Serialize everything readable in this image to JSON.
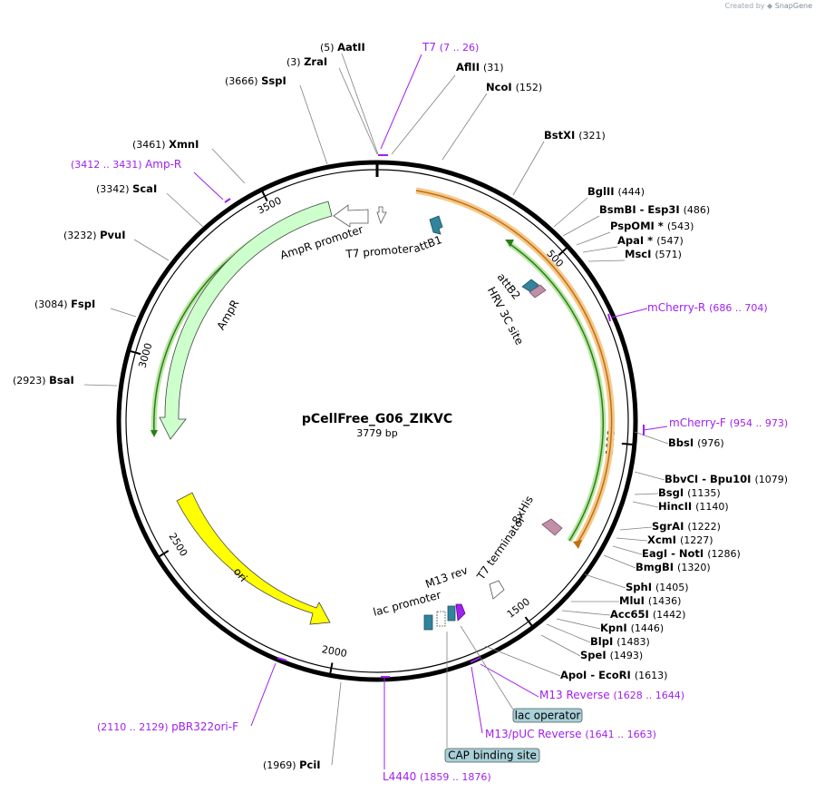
{
  "credit": {
    "prefix": "Created by",
    "brand": "SnapGene"
  },
  "plasmid": {
    "name": "pCellFree_G06_ZIKVC",
    "size_label": "3779 bp",
    "length": 3779
  },
  "colors": {
    "enzyme_text": "#000000",
    "leader": "#808080",
    "primer": "#a020f0",
    "ampr": "#ccffcc",
    "ampr_band": "#33aa33",
    "ori": "#ffff00",
    "orf_band": "#f0a020",
    "teal": "#31849b",
    "mauve": "#c090a8",
    "site_box": "#a8d0d8"
  },
  "ticks": [
    "500",
    "1000",
    "1500",
    "2000",
    "2500",
    "3000",
    "3500"
  ],
  "enzymes": [
    {
      "name": "AatII",
      "pos": "(5)"
    },
    {
      "name": "ZraI",
      "pos": "(3)"
    },
    {
      "name": "SspI",
      "pos": "(3666)"
    },
    {
      "name": "AflII",
      "pos": "(31)"
    },
    {
      "name": "NcoI",
      "pos": "(152)"
    },
    {
      "name": "BstXI",
      "pos": "(321)"
    },
    {
      "name": "XmnI",
      "pos": "(3461)"
    },
    {
      "name": "ScaI",
      "pos": "(3342)"
    },
    {
      "name": "BglII",
      "pos": "(444)"
    },
    {
      "name": "BsmBI - Esp3I",
      "pos": "(486)"
    },
    {
      "name": "PspOMI *",
      "pos": "(543)"
    },
    {
      "name": "ApaI *",
      "pos": "(547)"
    },
    {
      "name": "MscI",
      "pos": "(571)"
    },
    {
      "name": "PvuI",
      "pos": "(3232)"
    },
    {
      "name": "FspI",
      "pos": "(3084)"
    },
    {
      "name": "BsaI",
      "pos": "(2923)"
    },
    {
      "name": "BbsI",
      "pos": "(976)"
    },
    {
      "name": "BbvCI - Bpu10I",
      "pos": "(1079)"
    },
    {
      "name": "BsgI",
      "pos": "(1135)"
    },
    {
      "name": "HincII",
      "pos": "(1140)"
    },
    {
      "name": "SgrAI",
      "pos": "(1222)"
    },
    {
      "name": "XcmI",
      "pos": "(1227)"
    },
    {
      "name": "EagI - NotI",
      "pos": "(1286)"
    },
    {
      "name": "BmgBI",
      "pos": "(1320)"
    },
    {
      "name": "SphI",
      "pos": "(1405)"
    },
    {
      "name": "MluI",
      "pos": "(1436)"
    },
    {
      "name": "Acc65I",
      "pos": "(1442)"
    },
    {
      "name": "KpnI",
      "pos": "(1446)"
    },
    {
      "name": "BlpI",
      "pos": "(1483)"
    },
    {
      "name": "SpeI",
      "pos": "(1493)"
    },
    {
      "name": "ApoI - EcoRI",
      "pos": "(1613)"
    },
    {
      "name": "PciI",
      "pos": "(1969)"
    }
  ],
  "primers": [
    {
      "name": "T7",
      "range": "(7 .. 26)"
    },
    {
      "name": "Amp-R",
      "range": "(3412 .. 3431)"
    },
    {
      "name": "mCherry-R",
      "range": "(686 .. 704)"
    },
    {
      "name": "mCherry-F",
      "range": "(954 .. 973)"
    },
    {
      "name": "M13 Reverse",
      "range": "(1628 .. 1644)"
    },
    {
      "name": "M13/pUC Reverse",
      "range": "(1641 .. 1663)"
    },
    {
      "name": "pBR322ori-F",
      "range": "(2110 .. 2129)"
    },
    {
      "name": "L4440",
      "range": "(1859 .. 1876)"
    }
  ],
  "boxed_sites": [
    "lac operator",
    "CAP binding site"
  ],
  "features": [
    "AmpR promoter",
    "T7 promoter",
    "attB1",
    "AmpR",
    "attB2",
    "HRV 3C site",
    "8xHis",
    "T7 terminator",
    "M13 rev",
    "lac promoter",
    "ori"
  ]
}
